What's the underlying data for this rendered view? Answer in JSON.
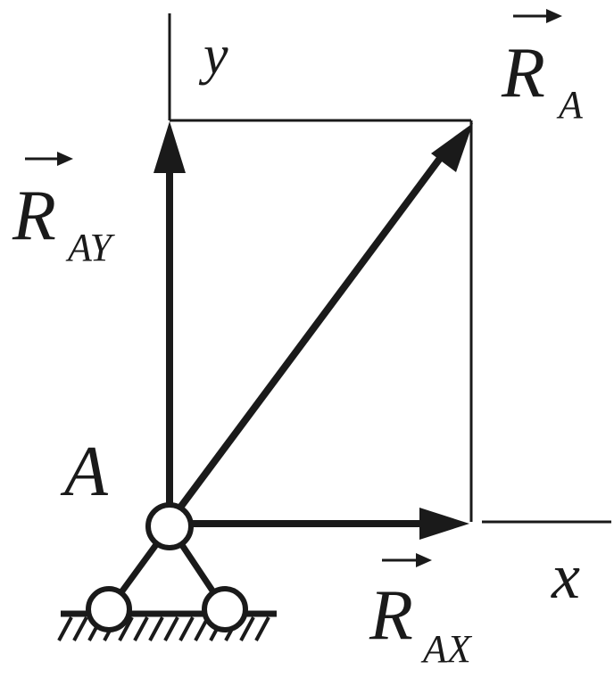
{
  "labels": {
    "y_axis": "y",
    "x_axis": "x",
    "point": "A",
    "resultant": {
      "main": "R",
      "sub": "A"
    },
    "y_component": {
      "main": "R",
      "sub": "AY"
    },
    "x_component": {
      "main": "R",
      "sub": "AX"
    }
  },
  "colors": {
    "ink": "#1a1a1a",
    "background": "#ffffff"
  },
  "support": {
    "type": "pin-support",
    "hinges": 3,
    "ground": "hatched"
  }
}
